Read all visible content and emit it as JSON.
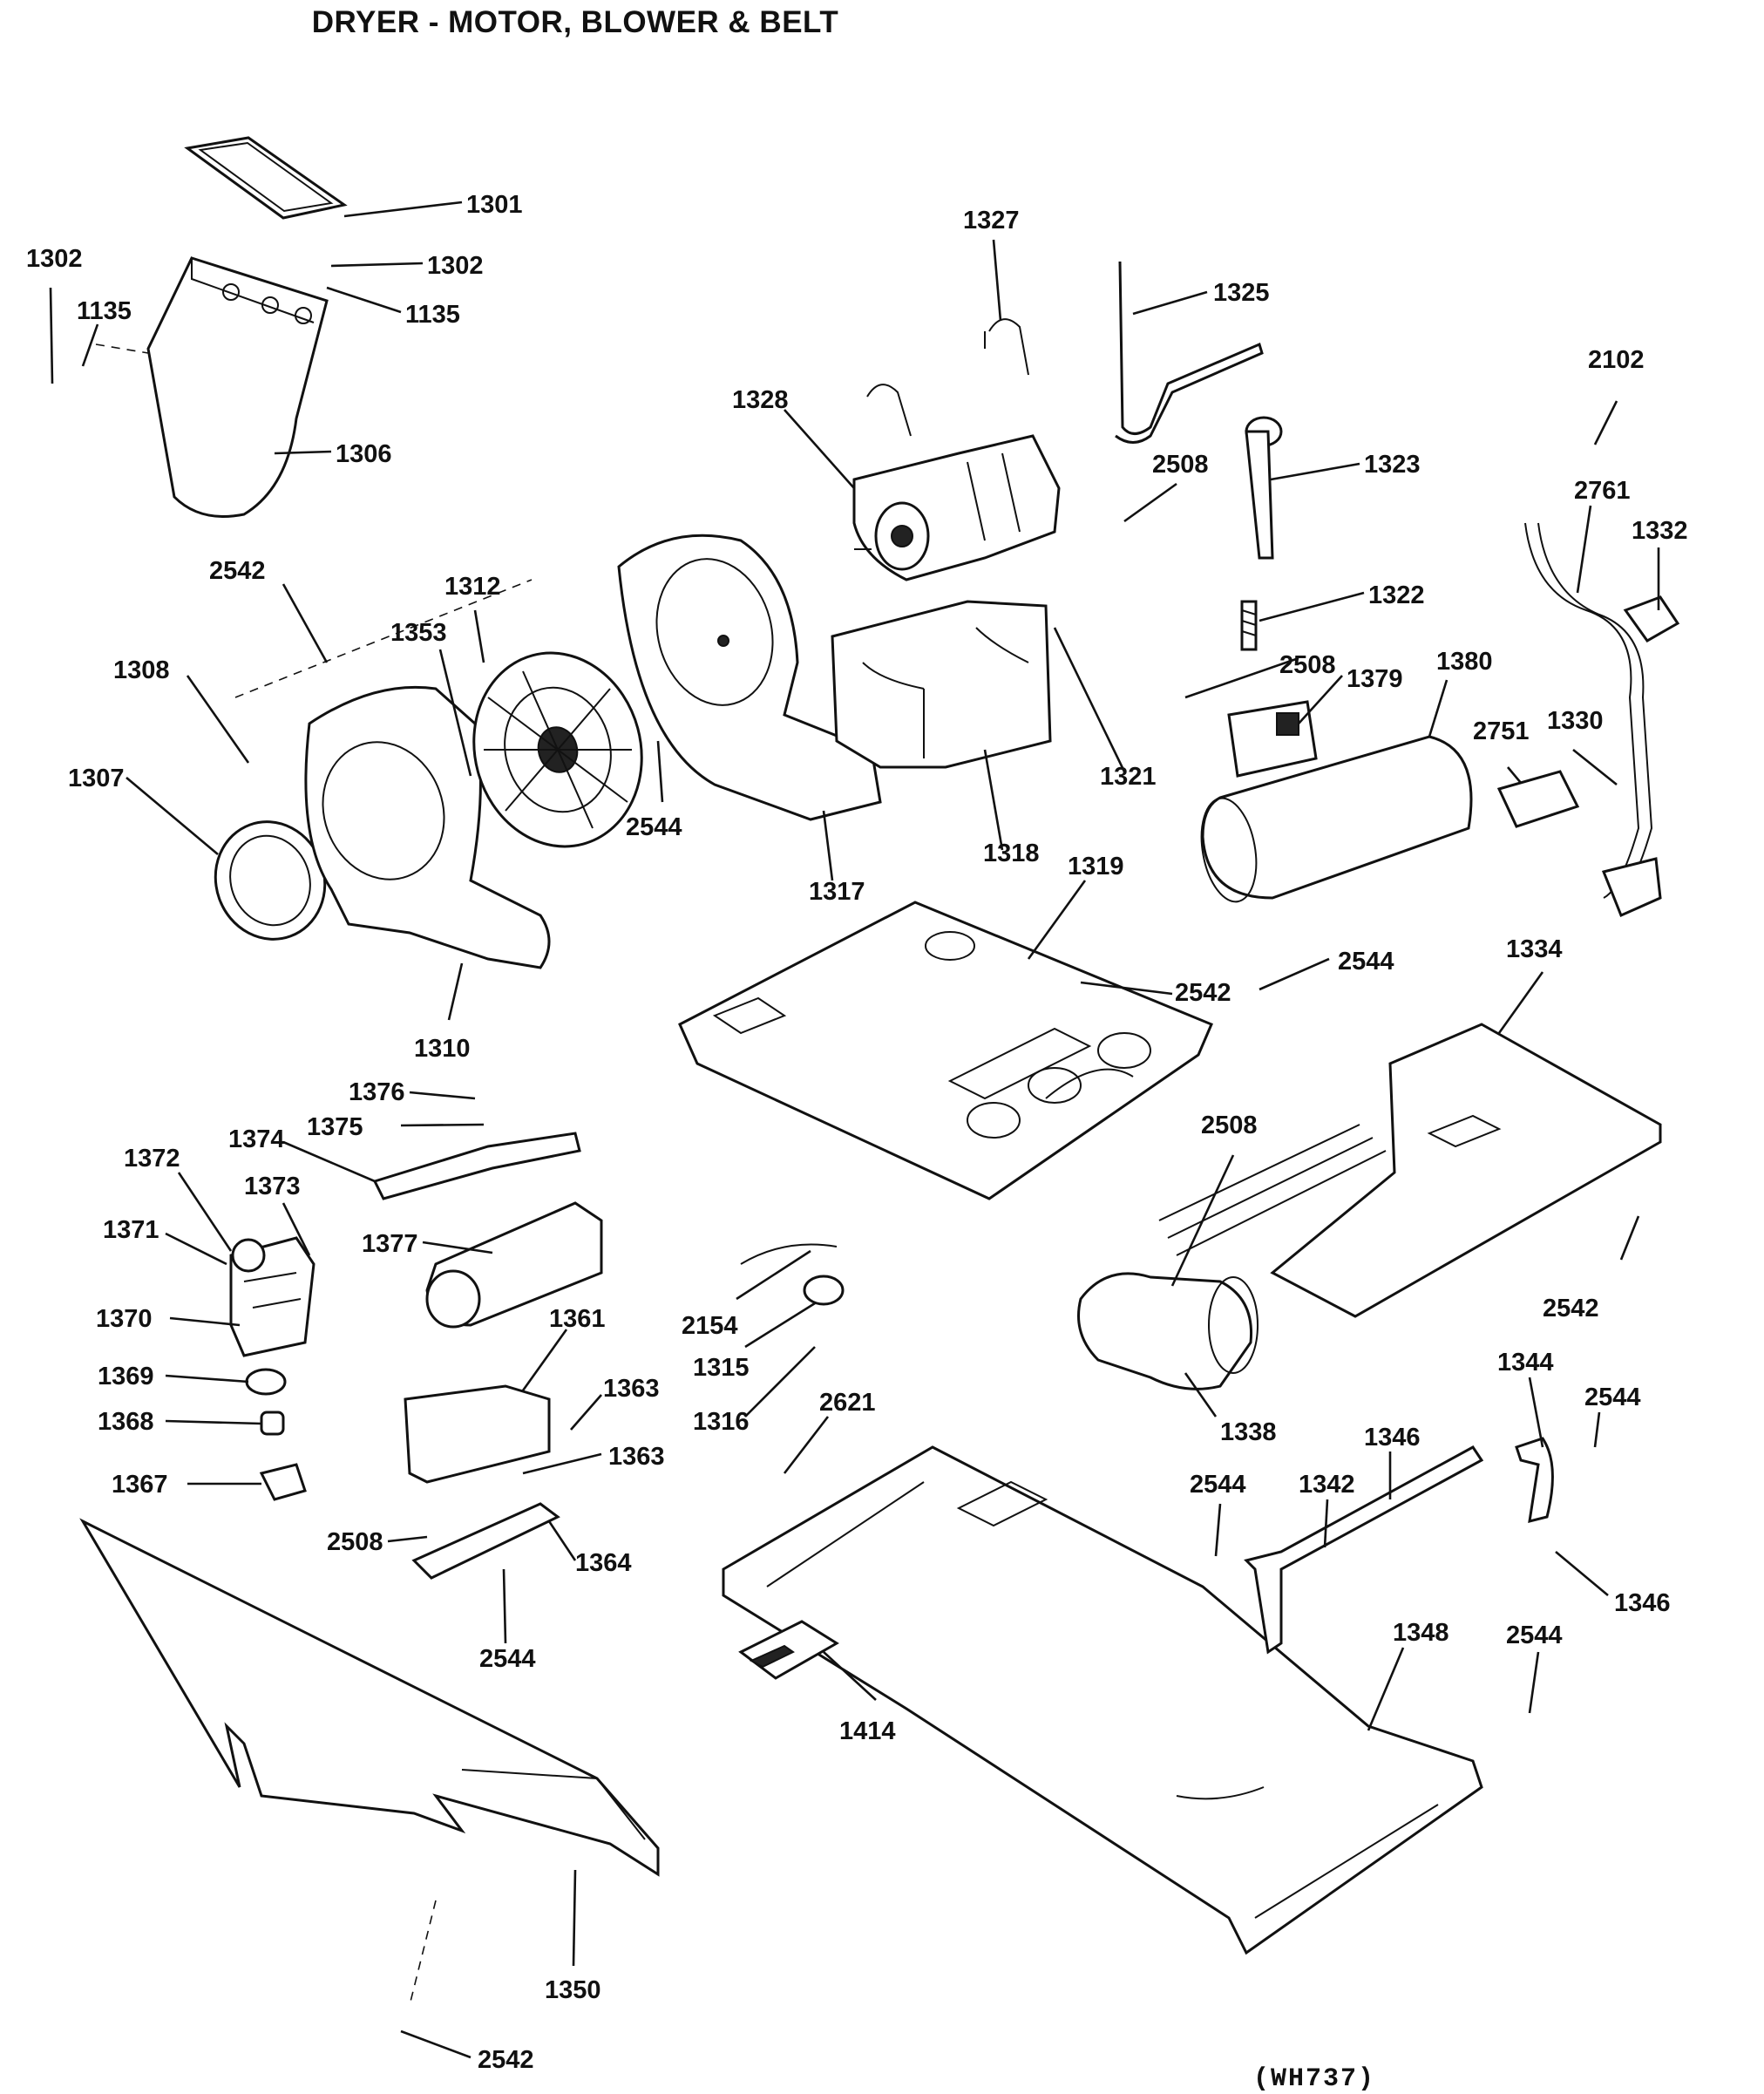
{
  "title": "DRYER - MOTOR, BLOWER & BELT",
  "reference": "(WH737)",
  "callouts": [
    {
      "id": "c1301",
      "label": "1301"
    },
    {
      "id": "c1302a",
      "label": "1302"
    },
    {
      "id": "c1302b",
      "label": "1302"
    },
    {
      "id": "c1135a",
      "label": "1135"
    },
    {
      "id": "c1135b",
      "label": "1135"
    },
    {
      "id": "c1306",
      "label": "1306"
    },
    {
      "id": "c1327",
      "label": "1327"
    },
    {
      "id": "c1325",
      "label": "1325"
    },
    {
      "id": "c1328",
      "label": "1328"
    },
    {
      "id": "c2508a",
      "label": "2508"
    },
    {
      "id": "c1323",
      "label": "1323"
    },
    {
      "id": "c2102",
      "label": "2102"
    },
    {
      "id": "c2761",
      "label": "2761"
    },
    {
      "id": "c1332",
      "label": "1332"
    },
    {
      "id": "c2542a",
      "label": "2542"
    },
    {
      "id": "c1312",
      "label": "1312"
    },
    {
      "id": "c1353",
      "label": "1353"
    },
    {
      "id": "c1308",
      "label": "1308"
    },
    {
      "id": "c1307",
      "label": "1307"
    },
    {
      "id": "c2544a",
      "label": "2544"
    },
    {
      "id": "c1317",
      "label": "1317"
    },
    {
      "id": "c1318",
      "label": "1318"
    },
    {
      "id": "c1321",
      "label": "1321"
    },
    {
      "id": "c1322",
      "label": "1322"
    },
    {
      "id": "c2508b",
      "label": "2508"
    },
    {
      "id": "c1379",
      "label": "1379"
    },
    {
      "id": "c1380",
      "label": "1380"
    },
    {
      "id": "c2751",
      "label": "2751"
    },
    {
      "id": "c1330",
      "label": "1330"
    },
    {
      "id": "c1310",
      "label": "1310"
    },
    {
      "id": "c1319",
      "label": "1319"
    },
    {
      "id": "c2542b",
      "label": "2542"
    },
    {
      "id": "c2544b",
      "label": "2544"
    },
    {
      "id": "c1334",
      "label": "1334"
    },
    {
      "id": "c1376",
      "label": "1376"
    },
    {
      "id": "c1375",
      "label": "1375"
    },
    {
      "id": "c1374",
      "label": "1374"
    },
    {
      "id": "c1372",
      "label": "1372"
    },
    {
      "id": "c1373",
      "label": "1373"
    },
    {
      "id": "c1371",
      "label": "1371"
    },
    {
      "id": "c1377",
      "label": "1377"
    },
    {
      "id": "c1370",
      "label": "1370"
    },
    {
      "id": "c2508c",
      "label": "2508"
    },
    {
      "id": "c2542c",
      "label": "2542"
    },
    {
      "id": "c2154",
      "label": "2154"
    },
    {
      "id": "c1315",
      "label": "1315"
    },
    {
      "id": "c1316",
      "label": "1316"
    },
    {
      "id": "c1361",
      "label": "1361"
    },
    {
      "id": "c1369",
      "label": "1369"
    },
    {
      "id": "c1368",
      "label": "1368"
    },
    {
      "id": "c1363a",
      "label": "1363"
    },
    {
      "id": "c1363b",
      "label": "1363"
    },
    {
      "id": "c1367",
      "label": "1367"
    },
    {
      "id": "c2508d",
      "label": "2508"
    },
    {
      "id": "c1364",
      "label": "1364"
    },
    {
      "id": "c2544c",
      "label": "2544"
    },
    {
      "id": "c2621",
      "label": "2621"
    },
    {
      "id": "c1338",
      "label": "1338"
    },
    {
      "id": "c1346a",
      "label": "1346"
    },
    {
      "id": "c1344",
      "label": "1344"
    },
    {
      "id": "c2544d",
      "label": "2544"
    },
    {
      "id": "c2544e",
      "label": "2544"
    },
    {
      "id": "c1342",
      "label": "1342"
    },
    {
      "id": "c1346b",
      "label": "1346"
    },
    {
      "id": "c1348",
      "label": "1348"
    },
    {
      "id": "c2544f",
      "label": "2544"
    },
    {
      "id": "c1414",
      "label": "1414"
    },
    {
      "id": "c1350",
      "label": "1350"
    },
    {
      "id": "c2542d",
      "label": "2542"
    }
  ]
}
